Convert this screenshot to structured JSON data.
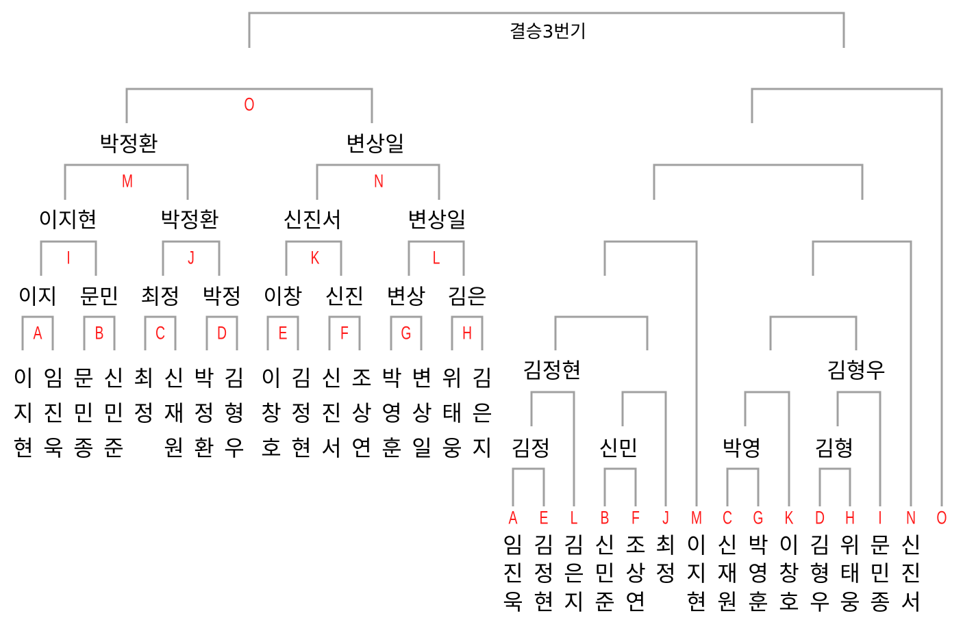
{
  "final_label": "결승3번기",
  "left": {
    "match_letters": {
      "O": "O",
      "M": "M",
      "N": "N",
      "I": "I",
      "J": "J",
      "K": "K",
      "L": "L",
      "A": "A",
      "B": "B",
      "C": "C",
      "D": "D",
      "E": "E",
      "F": "F",
      "G": "G",
      "H": "H"
    },
    "semifinal_winners": [
      "박정환",
      "변상일"
    ],
    "quarterfinal_winners": [
      "이지현",
      "박정환",
      "신진서",
      "변상일"
    ],
    "round1_winners": [
      "이지",
      "문민",
      "최정",
      "박정",
      "이창",
      "신진",
      "변상",
      "김은"
    ],
    "players": [
      [
        "이",
        "지",
        "현"
      ],
      [
        "임",
        "진",
        "욱"
      ],
      [
        "문",
        "민",
        "종"
      ],
      [
        "신",
        "민",
        "준"
      ],
      [
        "최",
        "정",
        ""
      ],
      [
        "신",
        "재",
        "원"
      ],
      [
        "박",
        "정",
        "환"
      ],
      [
        "김",
        "형",
        "우"
      ],
      [
        "이",
        "창",
        "호"
      ],
      [
        "김",
        "정",
        "현"
      ],
      [
        "신",
        "진",
        "서"
      ],
      [
        "조",
        "상",
        "연"
      ],
      [
        "박",
        "영",
        "훈"
      ],
      [
        "변",
        "상",
        "일"
      ],
      [
        "위",
        "태",
        "웅"
      ],
      [
        "김",
        "은",
        "지"
      ]
    ]
  },
  "right": {
    "group_winners": [
      "김정현",
      "김형우"
    ],
    "pair_winners": [
      "김정",
      "신민",
      "박영",
      "김형"
    ],
    "letters": [
      "A",
      "E",
      "L",
      "B",
      "F",
      "J",
      "M",
      "C",
      "G",
      "K",
      "D",
      "H",
      "I",
      "N",
      "O"
    ],
    "players": [
      [
        "임",
        "진",
        "욱"
      ],
      [
        "김",
        "정",
        "현"
      ],
      [
        "김",
        "은",
        "지"
      ],
      [
        "신",
        "민",
        "준"
      ],
      [
        "조",
        "상",
        "연"
      ],
      [
        "최",
        "정",
        ""
      ],
      [
        "이",
        "지",
        "현"
      ],
      [
        "신",
        "재",
        "원"
      ],
      [
        "박",
        "영",
        "훈"
      ],
      [
        "이",
        "창",
        "호"
      ],
      [
        "김",
        "형",
        "우"
      ],
      [
        "위",
        "태",
        "웅"
      ],
      [
        "문",
        "민",
        "종"
      ],
      [
        "신",
        "진",
        "서"
      ]
    ]
  },
  "colors": {
    "line": "#a0a0a0",
    "letter": "#ff1a1a",
    "text": "#000000"
  }
}
